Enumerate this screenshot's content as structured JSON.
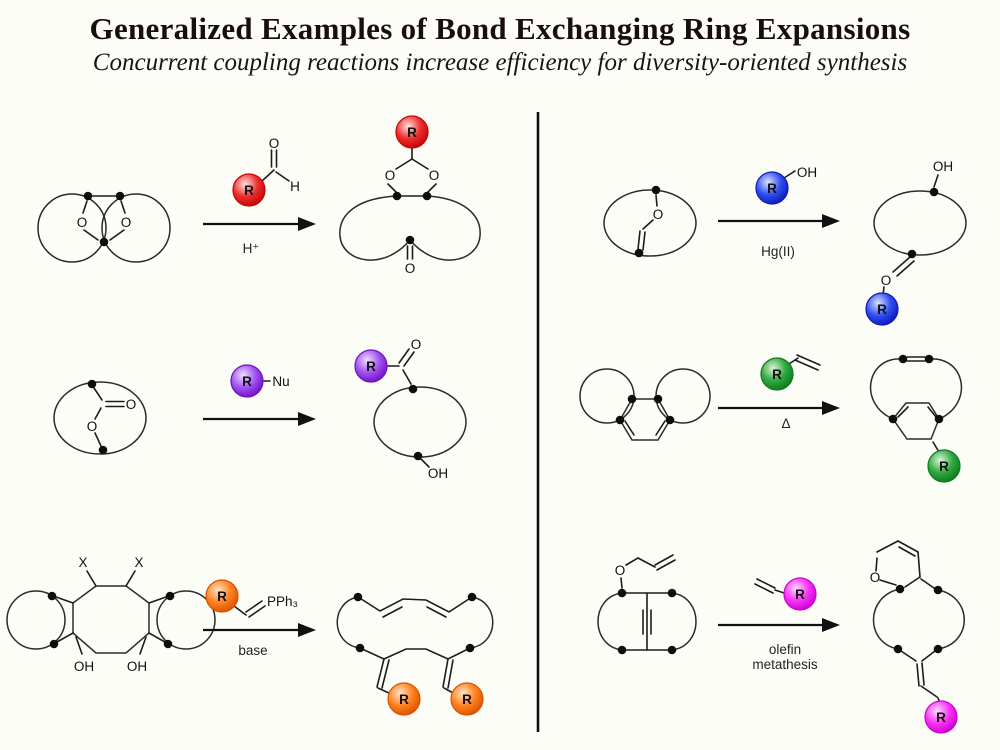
{
  "header": {
    "title": "Generalized Examples of Bond Exchanging Ring Expansions",
    "subtitle": "Concurrent coupling reactions increase efficiency for diversity-oriented synthesis"
  },
  "reactions": [
    {
      "r_label": "R",
      "colors": {
        "light": "#ffe2e2",
        "main": "#ee2c2c",
        "dark": "#c40505"
      },
      "labels": {
        "start_o_left": "O",
        "start_o_right": "O",
        "reagent_o": "O",
        "reagent_h": "H",
        "condition": "H⁺",
        "product_o_left": "O",
        "product_o_right": "O",
        "product_ketone_o": "O"
      }
    },
    {
      "r_label": "R",
      "colors": {
        "light": "#efdfff",
        "main": "#a050f0",
        "dark": "#6f10c0"
      },
      "labels": {
        "reagent_nu": "Nu",
        "product_o": "O",
        "product_oh": "OH"
      }
    },
    {
      "r_label": "R",
      "colors": {
        "light": "#ffe4c6",
        "main": "#ff8120",
        "dark": "#d85200"
      },
      "labels": {
        "x_left": "X",
        "x_right": "X",
        "oh_left": "OH",
        "oh_right": "OH",
        "reagent_pph3": "PPh₃",
        "condition": "base"
      }
    },
    {
      "r_label": "R",
      "colors": {
        "light": "#dbe3ff",
        "main": "#2f4ef0",
        "dark": "#1018b8"
      },
      "labels": {
        "start_o": "O",
        "reagent_oh": "OH",
        "condition": "Hg(II)",
        "product_oh": "OH",
        "product_o": "O"
      }
    },
    {
      "r_label": "R",
      "colors": {
        "light": "#dcf4dc",
        "main": "#2fa83e",
        "dark": "#0e7a1e"
      },
      "labels": {
        "condition": "Δ"
      }
    },
    {
      "r_label": "R",
      "colors": {
        "light": "#ffd6ff",
        "main": "#f832f8",
        "dark": "#cc00cc"
      },
      "labels": {
        "start_o": "O",
        "condition_line1": "olefin",
        "condition_line2": "metathesis",
        "product_o": "O"
      }
    }
  ]
}
